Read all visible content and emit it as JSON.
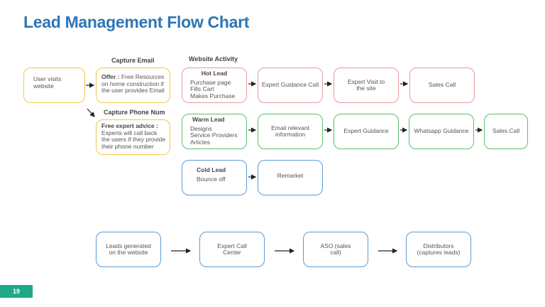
{
  "title": "Lead Management Flow Chart",
  "labels": {
    "capture_email": "Capture Email",
    "website_activity": "Website Activity",
    "capture_phone": "Capture Phone Num"
  },
  "boxes": {
    "user_visits": "User visits website",
    "offer_head": "Offer :",
    "offer_body": " Free Resources on home construction if the user provides Email",
    "free_advice_head": "Free expert advice :",
    "free_advice_body": "Experts will call back the users if they provide their phone number",
    "hot_head": "Hot Lead",
    "hot_body": "Purchase page\nFills Cart\nMakes Purchase",
    "hot_1": "Expert Guidance Call",
    "hot_2": "Expert Visit to the site",
    "hot_3": "Sales Call",
    "warm_head": "Warm Lead",
    "warm_body": "Designs\nService Providers\nArticles",
    "warm_1": "Email relevant information",
    "warm_2": "Expert Guidance",
    "warm_3": "Whatsapp Guidance",
    "warm_4": "Sales Call",
    "cold_head": "Cold Lead",
    "cold_body": "Bounce off",
    "cold_1": "Remarket",
    "bottom_1": "Leads generated on the website",
    "bottom_2": "Expert Call Center",
    "bottom_3": "ASO (sales call)",
    "bottom_4": "Distributors (captures leads)"
  },
  "arrow_glyph": "→",
  "page_number": "19"
}
